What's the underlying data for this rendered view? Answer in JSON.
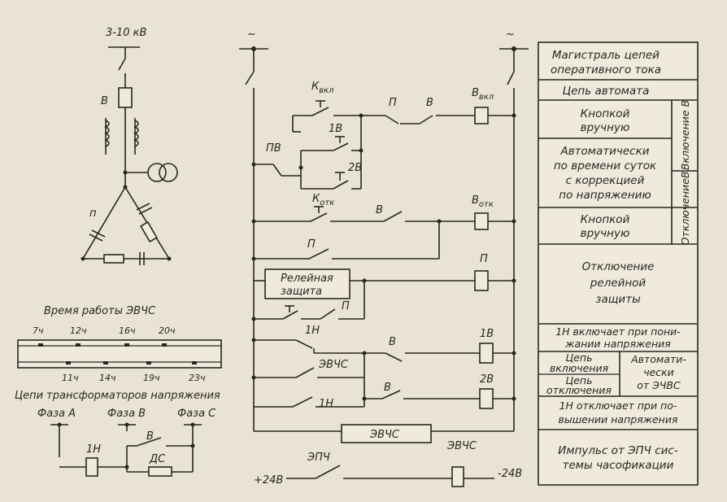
{
  "left": {
    "voltage": "3-10 кВ",
    "breaker_label": "В",
    "delta_label": "п",
    "time_title": "Время работы ЭВЧС",
    "top_times": [
      "7ч",
      "12ч",
      "16ч",
      "20ч"
    ],
    "bottom_times": [
      "11ч",
      "14ч",
      "19ч",
      "23ч"
    ],
    "vt_title": "Цепи трансформаторов напряжения",
    "phase_a": "Фаза А",
    "phase_b": "Фаза В",
    "phase_c": "Фаза С",
    "relay_1n": "1Н",
    "contact_v": "В",
    "resistor_ds": "ДС"
  },
  "circuit": {
    "ac_left": "~",
    "ac_right": "~",
    "k_vkl": "К",
    "k_vkl_sub": "вкл",
    "p": "П",
    "v": "В",
    "v_vkl": "В",
    "v_vkl_sub": "вкл",
    "pv": "ПВ",
    "c1v": "1В",
    "c2v": "2В",
    "k_otk": "К",
    "k_otk_sub": "отк",
    "v_otk": "В",
    "v_otk_sub": "отк",
    "p_contact": "П",
    "relay_prot_1": "Релейная",
    "relay_prot_2": "защита",
    "p_coil": "П",
    "p_contact2": "П",
    "c_1n": "1Н",
    "evchs_contact": "ЭВЧС",
    "c_1n_2": "1Н",
    "v_a": "В",
    "v_b": "В",
    "coil_1v": "1В",
    "coil_2v": "2В",
    "evchs_coil": "ЭВЧС",
    "epch": "ЭПЧ",
    "evchs_bottom": "ЭВЧС",
    "plus24": "+24В",
    "minus24": "-24В"
  },
  "table": {
    "r1a": "Магистраль цепей",
    "r1b": "оперативного тока",
    "r2": "Цепь автомата",
    "r3a": "Кнопкой",
    "r3b": "вручную",
    "r4a": "Автоматически",
    "r4b": "по времени суток",
    "r4c": "с коррекцией",
    "r4d": "по напряжению",
    "side1": "Включение В",
    "r5a": "Кнопкой",
    "r5b": "вручную",
    "side2": "ОтключениеВ",
    "r6a": "Отключение",
    "r6b": "релейной",
    "r6c": "защиты",
    "r7a": "1Н включает при пони-",
    "r7b": "жании напряжения",
    "r8a": "Цепь",
    "r8b": "включения",
    "r8c": "Цепь",
    "r8d": "отключения",
    "r8e": "Автомати-",
    "r8f": "чески",
    "r8g": "от ЭЧВС",
    "r9a": "1Н отключает при по-",
    "r9b": "вышении напряжения",
    "r10a": "Импульс от ЭПЧ сис-",
    "r10b": "темы часофикации"
  }
}
